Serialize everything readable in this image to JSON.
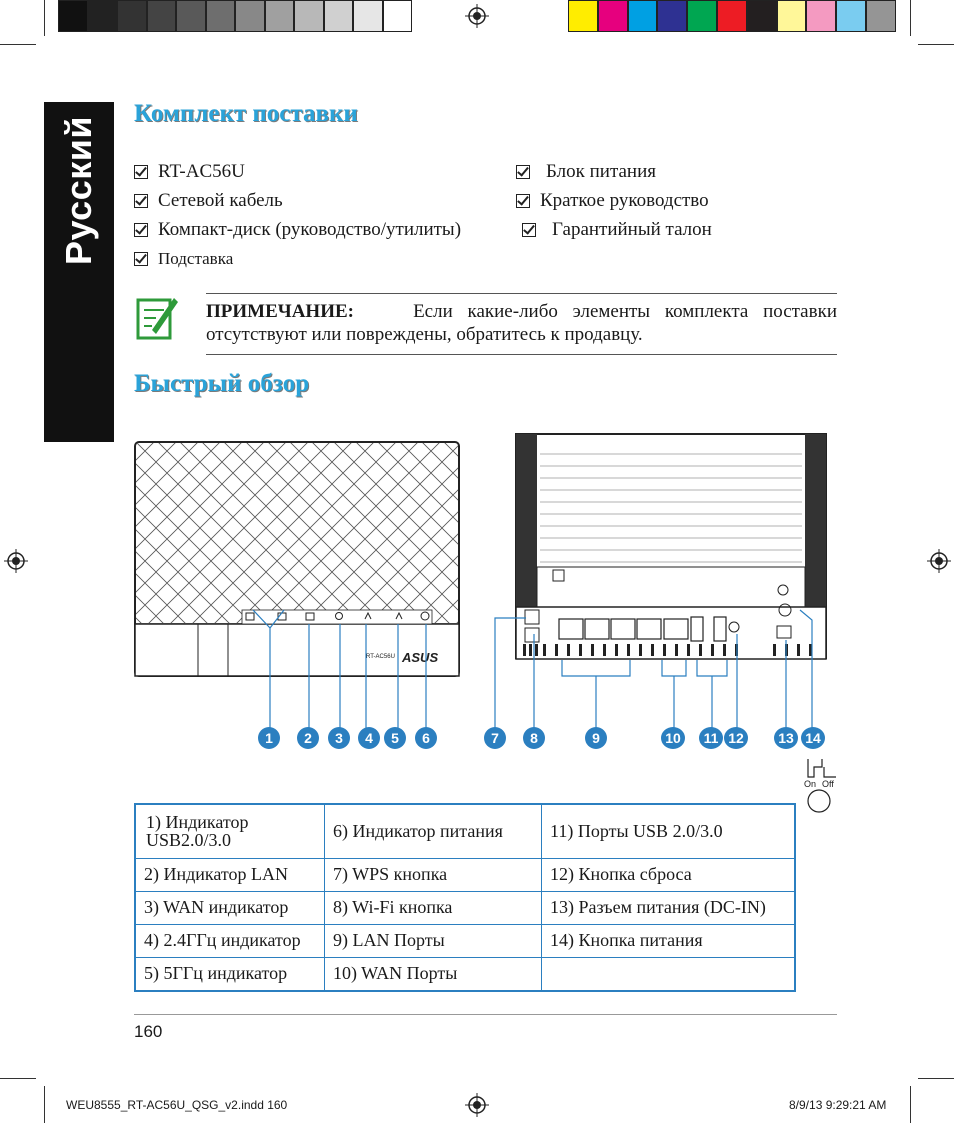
{
  "side_tab": {
    "label": "Русский"
  },
  "colors": {
    "heading": "#2aa3d9",
    "accent": "#2b7fc0",
    "note_icon": "#2e9a3a",
    "grayscale_bar": [
      "#111111",
      "#222222",
      "#333333",
      "#444444",
      "#595959",
      "#6e6e6e",
      "#888888",
      "#a0a0a0",
      "#b8b8b8",
      "#d0d0d0",
      "#e6e6e6",
      "#ffffff"
    ],
    "color_bar": [
      "#ffed00",
      "#e6007e",
      "#00a0e3",
      "#2e3192",
      "#00a651",
      "#ed1c24",
      "#231f20",
      "#fff799",
      "#f49ac1",
      "#7accf0",
      "#959595"
    ]
  },
  "package": {
    "title": "Комплект поставки",
    "left_items": [
      "RT-AC56U",
      "Сетевой кабель",
      "Компакт-диск (руководство/утилиты)",
      "Подставка"
    ],
    "right_items": [
      "Блок питания",
      "Краткое руководство",
      "Гарантийный талон"
    ]
  },
  "note": {
    "icon": "note-pencil-icon",
    "label": "ПРИМЕЧАНИЕ:",
    "text": "Если какие-либо элементы комплекта поставки отсутствуют или повреждены, обратитесь к продавцу."
  },
  "overview": {
    "title": "Быстрый обзор",
    "callouts": [
      "1",
      "2",
      "3",
      "4",
      "5",
      "6",
      "7",
      "8",
      "9",
      "10",
      "11",
      "12",
      "13",
      "14"
    ],
    "switch_on": "On",
    "switch_off": "Off"
  },
  "legend": {
    "rows": [
      [
        "1)    Индикатор USB2.0/3.0",
        "6)   Индикатор питания",
        "11) Порты USB 2.0/3.0"
      ],
      [
        "2) Индикатор LAN",
        "7)   WPS кнопка",
        "12)  Кнопка сброса"
      ],
      [
        "3) WAN индикатор",
        "8)   Wi-Fi кнопка",
        "13) Разъем питания (DC-IN)"
      ],
      [
        "4) 2.4ГГц индикатор",
        "9)   LAN Порты",
        "14) Кнопка питания"
      ],
      [
        "5)   5ГГц индикатор",
        "10) WAN Порты",
        ""
      ]
    ]
  },
  "footer": {
    "page_number": "160",
    "file": "WEU8555_RT-AC56U_QSG_v2.indd   160",
    "datetime": "8/9/13   9:29:21 AM"
  }
}
